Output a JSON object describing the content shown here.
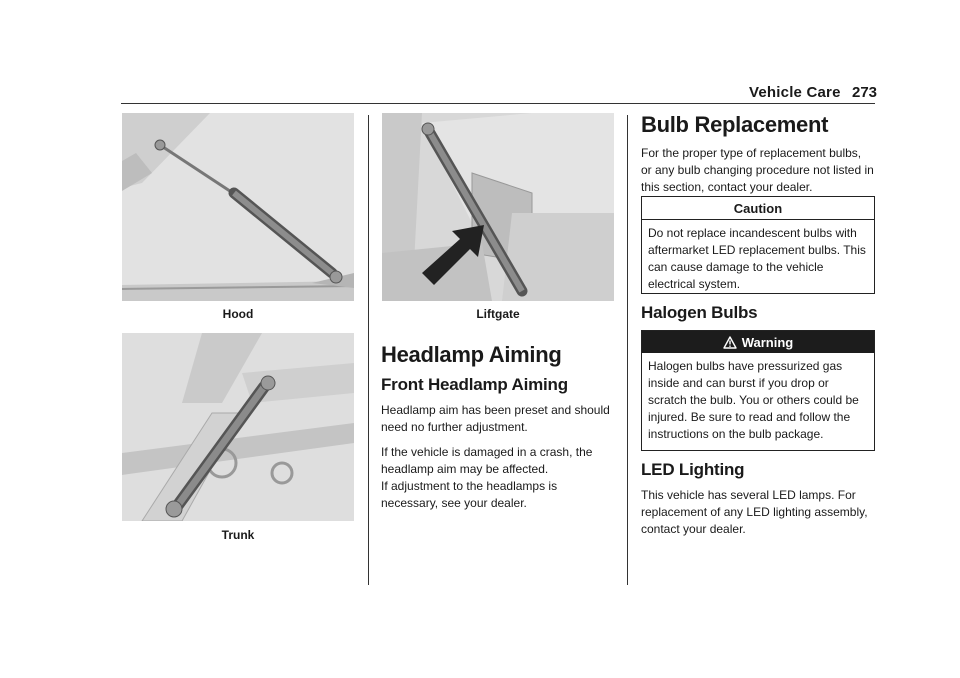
{
  "header": {
    "section": "Vehicle Care",
    "page": "273"
  },
  "figures": {
    "hood": {
      "caption": "Hood"
    },
    "trunk": {
      "caption": "Trunk"
    },
    "liftgate": {
      "caption": "Liftgate"
    }
  },
  "headlamp": {
    "title": "Headlamp Aiming",
    "subtitle": "Front Headlamp Aiming",
    "paragraphs": [
      "Headlamp aim has been preset and should need no further adjustment.",
      "If the vehicle is damaged in a crash, the headlamp aim may be affected.",
      "If adjustment to the headlamps is necessary, see your dealer."
    ]
  },
  "bulb": {
    "title": "Bulb Replacement",
    "intro": "For the proper type of replacement bulbs, or any bulb changing procedure not listed in this section, contact your dealer.",
    "caution": {
      "title": "Caution",
      "text": "Do not replace incandescent bulbs with aftermarket LED replacement bulbs. This can cause damage to the vehicle electrical system."
    },
    "halogen": {
      "title": "Halogen Bulbs",
      "warning_title": "Warning",
      "warning_text": "Halogen bulbs have pressurized gas inside and can burst if you drop or scratch the bulb. You or others could be injured. Be sure to read and follow the instructions on the bulb package."
    },
    "led": {
      "title": "LED Lighting",
      "text": "This vehicle has several LED lamps. For replacement of any LED lighting assembly, contact your dealer."
    }
  },
  "colors": {
    "text": "#1a1a1a",
    "rule": "#333333",
    "figure_bg": "#dcdcdc",
    "warning_bar": "#1c1c1c"
  }
}
